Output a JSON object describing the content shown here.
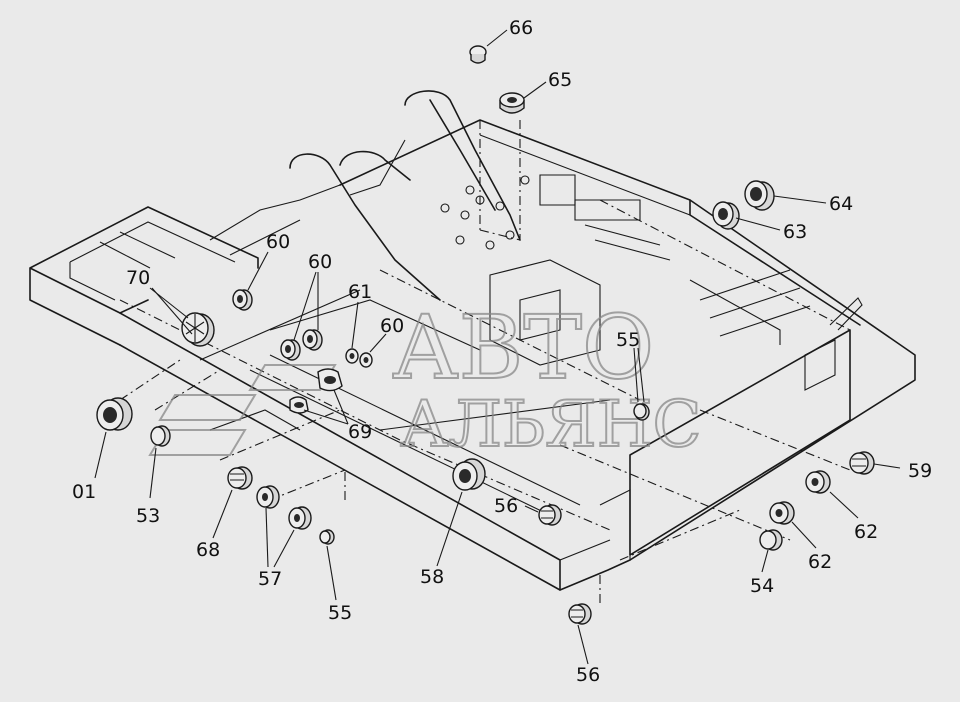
{
  "watermark": {
    "line1": "АВТО",
    "line2": "АЛЬЯНС"
  },
  "callouts": {
    "c66": "66",
    "c65": "65",
    "c64": "64",
    "c63": "63",
    "c60a": "60",
    "c60b": "60",
    "c60c": "60",
    "c61": "61",
    "c70": "70",
    "c55a": "55",
    "c69": "69",
    "c59": "59",
    "c01": "01",
    "c53": "53",
    "c62a": "62",
    "c62b": "62",
    "c56a": "56",
    "c68": "68",
    "c58": "58",
    "c54": "54",
    "c57": "57",
    "c55b": "55",
    "c56b": "56"
  }
}
